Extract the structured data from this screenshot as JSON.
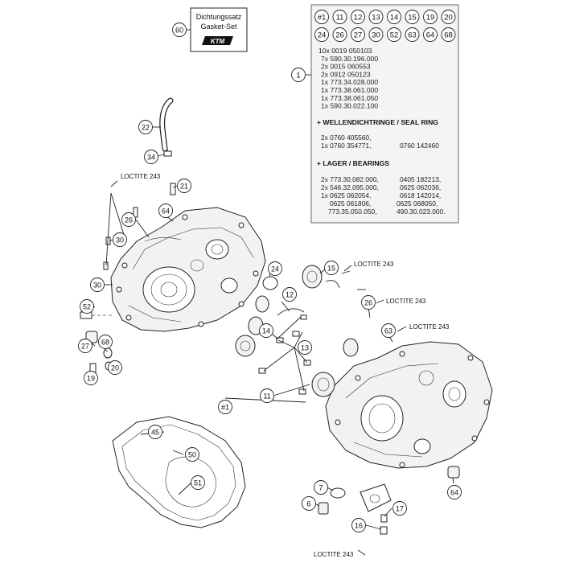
{
  "gasket_box": {
    "line1": "Dichtungssatz",
    "line2": "Gasket-Set",
    "logo": "KTM"
  },
  "kit_panel": {
    "header_row1": [
      "#1",
      "11",
      "12",
      "13",
      "14",
      "15",
      "19",
      "20"
    ],
    "header_row2": [
      "24",
      "26",
      "27",
      "30",
      "52",
      "63",
      "64",
      "68"
    ],
    "parts_list": [
      "10x 0019 050103",
      "7x 590.30.196.000",
      "2x 0015 060553",
      "2x 0912 050123",
      "1x 773.34.028.000",
      "1x 773.38.061.000",
      "1x 773.38.061.050",
      "1x 590.30.022.100"
    ],
    "seal_heading": "+ WELLENDICHTRINGE /  SEAL RING",
    "seal_rows": [
      [
        "2x 0760 405560,",
        ""
      ],
      [
        "1x 0760 354771,",
        "0760 142460"
      ]
    ],
    "bearing_heading": "+ LAGER / BEARINGS",
    "bearing_rows": [
      [
        "2x 773.30.082.000,",
        "0405 182213,"
      ],
      [
        "2x 546.32.095.000,",
        "0625 062036,"
      ],
      [
        "1x 0625 062054,",
        "0618 142014,"
      ],
      [
        "0625 061806,",
        "0625 068050,"
      ],
      [
        "773.35.050.050,",
        "490.30.023.000."
      ]
    ]
  },
  "loctite_labels": [
    "LOCTITE 243",
    "LOCTITE 243",
    "LOCTITE 243",
    "LOCTITE 243",
    "LOCTITE 243"
  ],
  "callouts": [
    {
      "id": "c60",
      "text": "60"
    },
    {
      "id": "c1",
      "text": "1"
    },
    {
      "id": "c22",
      "text": "22"
    },
    {
      "id": "c34",
      "text": "34"
    },
    {
      "id": "c21",
      "text": "21"
    },
    {
      "id": "c26a",
      "text": "26"
    },
    {
      "id": "c64a",
      "text": "64"
    },
    {
      "id": "c30a",
      "text": "30"
    },
    {
      "id": "c24",
      "text": "24"
    },
    {
      "id": "c15",
      "text": "15"
    },
    {
      "id": "c30b",
      "text": "30"
    },
    {
      "id": "c12",
      "text": "12"
    },
    {
      "id": "c26b",
      "text": "26"
    },
    {
      "id": "c52",
      "text": "52"
    },
    {
      "id": "c63",
      "text": "63"
    },
    {
      "id": "c14",
      "text": "14"
    },
    {
      "id": "c13",
      "text": "13"
    },
    {
      "id": "c27",
      "text": "27"
    },
    {
      "id": "c68",
      "text": "68"
    },
    {
      "id": "c20",
      "text": "20"
    },
    {
      "id": "c19",
      "text": "19"
    },
    {
      "id": "c11",
      "text": "11"
    },
    {
      "id": "c1b",
      "text": "#1"
    },
    {
      "id": "c45",
      "text": "45"
    },
    {
      "id": "c50",
      "text": "50"
    },
    {
      "id": "c51",
      "text": "51"
    },
    {
      "id": "c64b",
      "text": "64"
    },
    {
      "id": "c7",
      "text": "7"
    },
    {
      "id": "c6",
      "text": "6"
    },
    {
      "id": "c17",
      "text": "17"
    },
    {
      "id": "c16",
      "text": "16"
    }
  ]
}
